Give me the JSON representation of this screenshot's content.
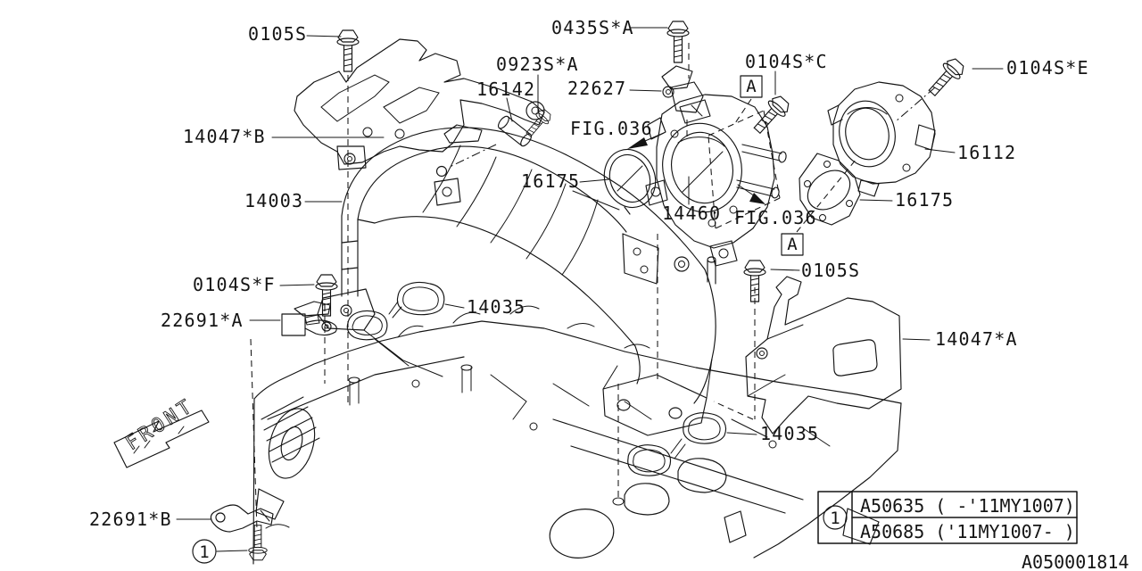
{
  "labels": {
    "bolt_0105s_top": "0105S",
    "bolt_0435s_a": "0435S*A",
    "bolt_0923s_a": "0923S*A",
    "spacer_16142": "16142",
    "sensor_22627": "22627",
    "bolt_0104s_c": "0104S*C",
    "bolt_0104s_e": "0104S*E",
    "bracket_14047_b": "14047*B",
    "fig_ref_top": "FIG.036",
    "throttle_16112": "16112",
    "manifold_14003": "14003",
    "gasket_16175_left": "16175",
    "gasket_16175_right": "16175",
    "chamber_14460": "14460",
    "fig_ref_bottom": "FIG.036",
    "bolt_0104s_f": "0104S*F",
    "bolt_0105s_right": "0105S",
    "sensor_22691_a": "22691*A",
    "gasket_14035_top": "14035",
    "bracket_14047_a": "14047*A",
    "gasket_14035_bottom": "14035",
    "bracket_22691_b": "22691*B",
    "front_marker": "FRONT",
    "view_marker_a_top": "A",
    "view_marker_a_bottom": "A",
    "callout_1": "1"
  },
  "legend": {
    "callout_symbol": "1",
    "rows": [
      {
        "text": "A50635 ( -'11MY1007)"
      },
      {
        "text": "A50685 ('11MY1007- )"
      }
    ]
  },
  "doc_number": "A050001814",
  "colors": {
    "line": "#141414",
    "background": "#ffffff"
  }
}
